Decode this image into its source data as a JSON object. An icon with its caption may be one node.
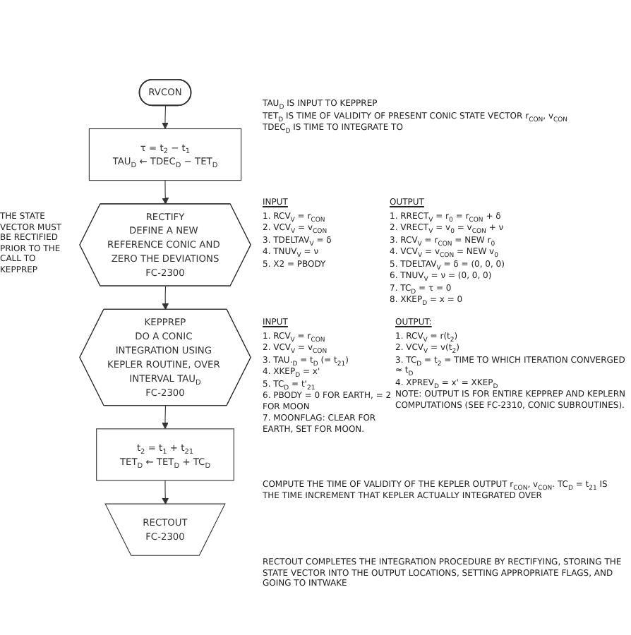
{
  "diagram": {
    "nodes": [
      {
        "text": [
          "RVCON"
        ]
      },
      {
        "text": [
          "τ = t$_{2}$ − t$_{1}$",
          "TAU$_{D}$ ← TDEC$_{D}$ − TET$_{D}$"
        ]
      },
      {
        "text": [
          "RECTIFY",
          "DEFINE A NEW REFERENCE CONIC AND ZERO THE DEVIATIONS",
          "FC-2300"
        ]
      },
      {
        "text": [
          "KEPPREP",
          "DO A CONIC INTEGRATION USING KEPLER ROUTINE, OVER INTERVAL TAU$_{D}$",
          "FC-2300"
        ]
      },
      {
        "text": [
          "t$_{2}$ = t$_{1}$ + t$_{21}$",
          "TET$_{D}$ ← TET$_{D}$ + TC$_{D}$"
        ]
      },
      {
        "text": [
          "RECTOUT",
          "FC-2300"
        ]
      }
    ],
    "edges": [
      {
        "from": 0,
        "to": 1,
        "arrow": "to"
      },
      {
        "from": 1,
        "to": 2,
        "arrow": "to"
      },
      {
        "from": 2,
        "to": 3,
        "arrow": "to"
      },
      {
        "from": 3,
        "to": 4,
        "arrow": "to"
      },
      {
        "from": 4,
        "to": 5,
        "arrow": "to"
      }
    ],
    "labels": [
      "TAU$_{D}$ IS INPUT TO KEPPREP",
      "TET$_{D}$ IS TIME OF VALIDITY OF PRESENT CONIC STATE VECTOR r$_{CON}$, v$_{CON}$",
      "TDEC$_{D}$ IS TIME TO INTEGRATE TO",
      "THE STATE VECTOR MUST BE RECTIFIED PRIOR TO THE CALL TO KEPPREP",
      "INPUT",
      "1. RCV$_{V}$ = r$_{CON}$",
      "2. VCV$_{V}$ = v$_{CON}$",
      "3. TDELTAV$_{V}$ = δ",
      "4. TNUV$_{V}$ = ν",
      "5. X2 = PBODY",
      "OUTPUT",
      "1. RRECT$_{V}$ = r$_{0}$ = r$_{CON}$ + δ",
      "2. VRECT$_{V}$ = v$_{0}$ = v$_{CON}$ + ν",
      "3. RCV$_{V}$ = r$_{CON}$ = NEW r$_{0}$",
      "4. VCV$_{V}$ = v$_{CON}$ = NEW v$_{0}$",
      "5. TDELTAV$_{V}$ = δ = (0, 0, 0)",
      "6. TNUV$_{V}$ = ν = (0, 0, 0)",
      "7. TC$_{D}$ = τ = 0",
      "8. XKEP$_{D}$ = x = 0",
      "INPUT",
      "1. RCV$_{V}$ = r$_{CON}$",
      "2. VCV$_{V}$ = v$_{CON}$",
      "3. TAU.$_{D}$ = t$_{D}$ (= t$_{21}$)",
      "4. XKEP$_{D}$ = x'",
      "5. TC$_{D}$ = t'$_{21}$",
      "6. PBODY = 0 FOR EARTH, = 2 FOR MOON",
      "7. MOONFLAG: CLEAR FOR EARTH, SET FOR MOON.",
      "OUTPUT:",
      "1. RCV$_{V}$ = r(t$_{2}$)",
      "2. VCV$_{V}$ = v(t$_{2}$)",
      "3. TC$_{D}$ = t$_{2}$ = TIME TO WHICH ITERATION CONVERGED ≈ t$_{D}$",
      "4. XPREV$_{D}$ = x' = XKEP$_{D}$",
      "NOTE: OUTPUT IS FOR ENTIRE KEPPREP AND KEPLERN COMPUTATIONS (SEE FC-2310, CONIC SUBROUTINES).",
      "COMPUTE THE TIME OF VALIDITY OF THE KEPLER OUTPUT r$_{CON}$, v$_{CON}$. TC$_{D}$ = t$_{21}$ IS THE TIME INCREMENT THAT KEPLER ACTUALLY INTEGRATED OVER",
      "RECTOUT COMPLETES THE INTEGRATION PROCEDURE BY RECTIFYING, STORING THE STATE VECTOR INTO THE OUTPUT LOCATIONS, SETTING APPROPRIATE FLAGS, AND GOING TO INTWAKE"
    ]
  }
}
